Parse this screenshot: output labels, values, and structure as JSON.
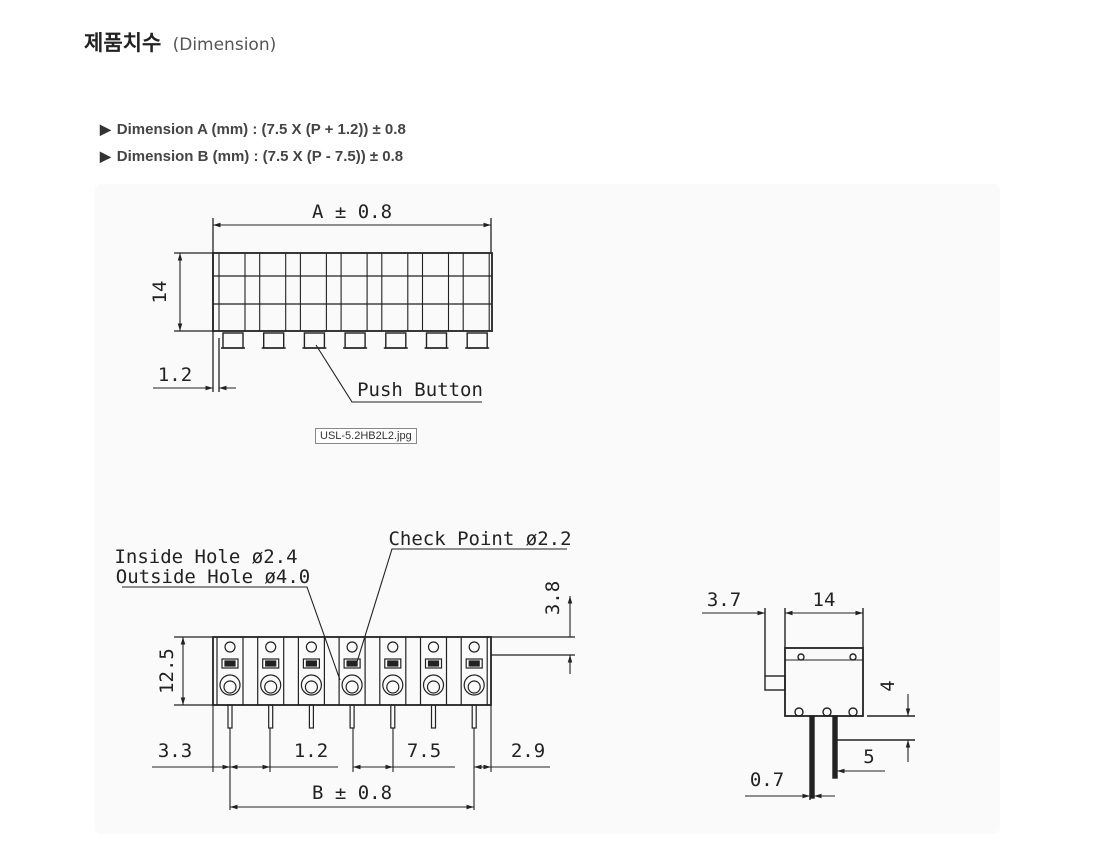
{
  "header": {
    "title": "제품치수",
    "subtitle": "(Dimension)"
  },
  "specs": [
    {
      "bullet": "▶",
      "text": "Dimension A (mm) : (7.5 X (P + 1.2)) ± 0.8"
    },
    {
      "bullet": "▶",
      "text": "Dimension B (mm) : (7.5 X (P - 7.5)) ± 0.8"
    }
  ],
  "drawing": {
    "file_caption": "USL-5.2HB2L2.jpg",
    "top_view": {
      "width_label": "A ± 0.8",
      "height_label": "14",
      "offset_label": "1.2",
      "callout_label": "Push Button"
    },
    "front_view": {
      "inside_hole_label": "Inside Hole ø2.4",
      "outside_hole_label": "Outside Hole ø4.0",
      "check_point_label": "Check Point ø2.2",
      "top_offset_label": "3.8",
      "height_label": "12.5",
      "left_margin_label": "3.3",
      "pin_offset_label": "1.2",
      "pitch_label": "7.5",
      "right_margin_label": "2.9",
      "width_label": "B ± 0.8"
    },
    "side_view": {
      "left_label": "3.7",
      "depth_label": "14",
      "pin_pos_label": "4",
      "pin_len_label": "5",
      "pin_width_label": "0.7"
    }
  }
}
